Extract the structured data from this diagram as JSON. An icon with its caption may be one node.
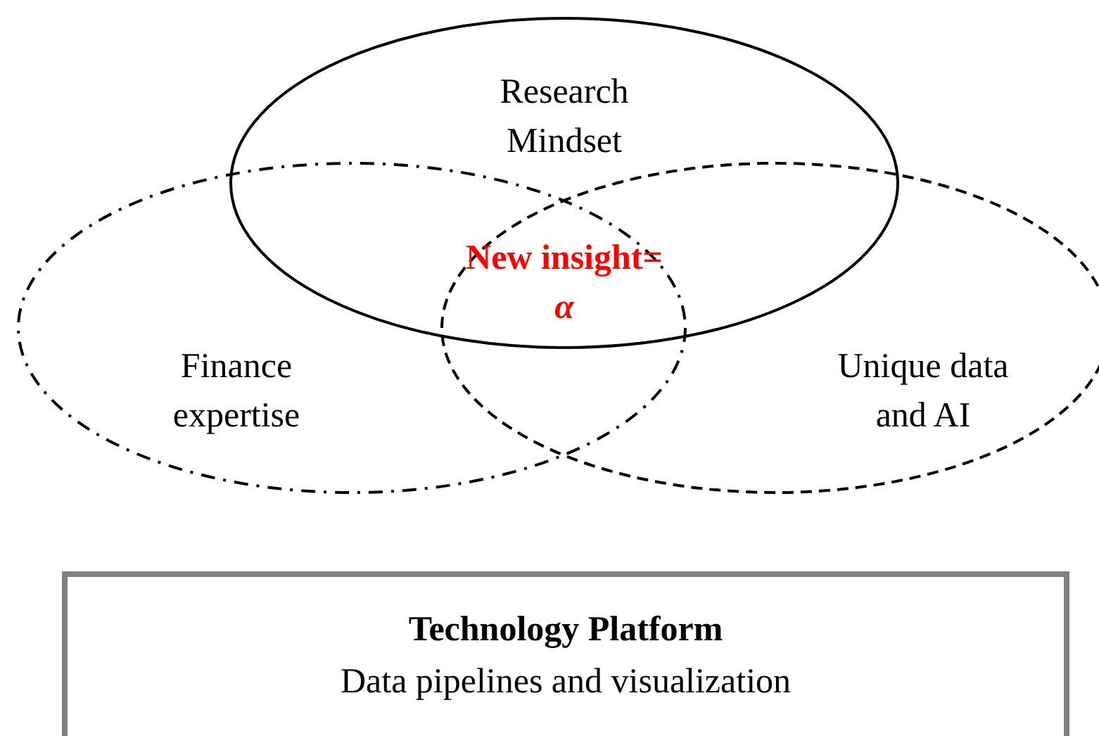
{
  "diagram": {
    "nodes": [
      {
        "text": [
          "Research Mindset"
        ]
      },
      {
        "text": [
          "Finance expertise"
        ]
      },
      {
        "text": [
          "Unique data and AI"
        ]
      },
      {
        "text": [
          "Technology Platform",
          "Data pipelines and visualization"
        ]
      }
    ],
    "edges": [],
    "labels": [
      "New insight= *α*"
    ]
  }
}
